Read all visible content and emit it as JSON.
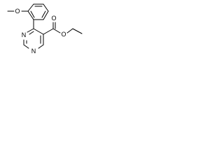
{
  "molecule": {
    "atoms": {
      "methoxy_o": "O",
      "ester_carbonyl_o": "O",
      "ester_ether_o": "O",
      "ring_n_upper": "N",
      "ring_n_lower": "N"
    },
    "colors": {
      "bond": "#000000",
      "label": "#000000",
      "background": "#ffffff"
    }
  }
}
